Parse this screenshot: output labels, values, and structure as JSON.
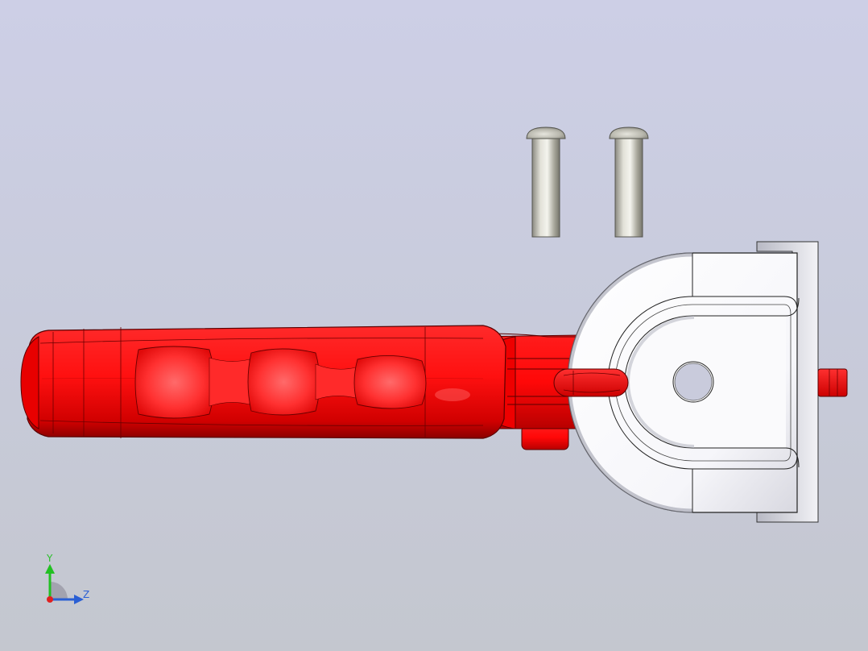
{
  "viewport": {
    "background_top": "#cdcfe6",
    "background_bottom": "#c4c7cf"
  },
  "model": {
    "parts": [
      {
        "name": "handle",
        "color": "#ff1a1a"
      },
      {
        "name": "clamp-body",
        "color": "#ffffff"
      },
      {
        "name": "rivet-1",
        "color": "#bdbcaf"
      },
      {
        "name": "rivet-2",
        "color": "#bdbcaf"
      }
    ]
  },
  "triad": {
    "y_label": "Y",
    "z_label": "Z",
    "colors": {
      "x": "#e02020",
      "y": "#22c022",
      "z": "#2a5fd4"
    }
  }
}
